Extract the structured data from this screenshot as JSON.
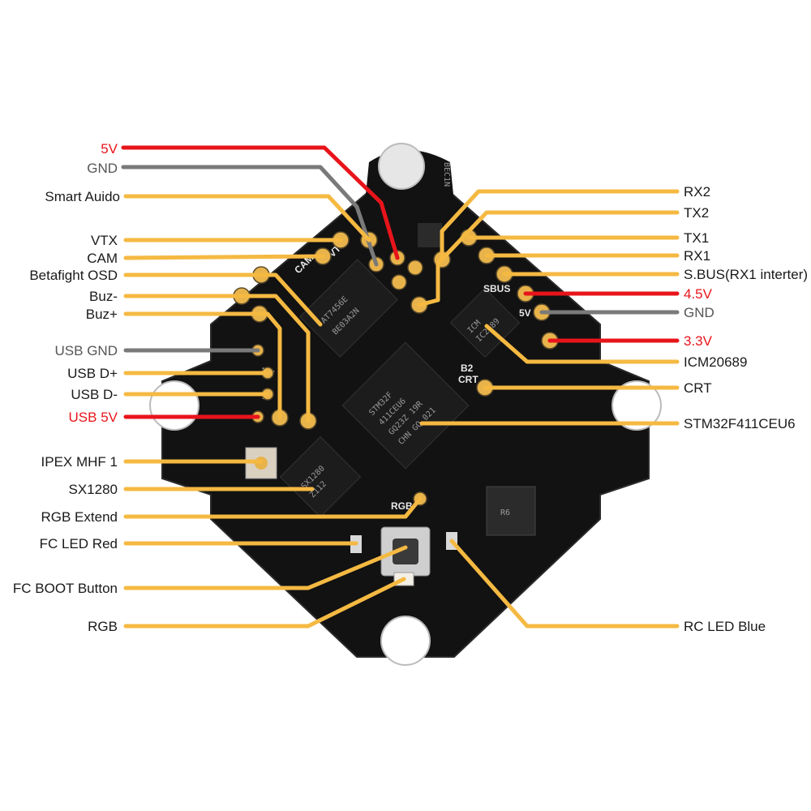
{
  "colors": {
    "leader_orange": "#f5b942",
    "leader_red": "#e8141b",
    "leader_gray": "#7a7a7a",
    "board": "#121212",
    "pad": "#e8b34a"
  },
  "labels": {
    "v5": "5V",
    "gnd_top": "GND",
    "smart_audio": "Smart Auido",
    "vtx": "VTX",
    "cam": "CAM",
    "betaflight_osd": "Betafight OSD",
    "buz_minus": "Buz-",
    "buz_plus": "Buz+",
    "usb_gnd": "USB GND",
    "usb_dp": "USB D+",
    "usb_dm": "USB D-",
    "usb_5v": "USB 5V",
    "ipex": "IPEX MHF 1",
    "sx1280": "SX1280",
    "rgb_extend": "RGB Extend",
    "fc_led_red": "FC LED Red",
    "fc_boot": "FC BOOT Button",
    "rgb": "RGB",
    "rx2": "RX2",
    "tx2": "TX2",
    "tx1": "TX1",
    "rx1": "RX1",
    "sbus": "S.BUS(RX1 interter)",
    "v45": "4.5V",
    "gnd_right": "GND",
    "v33": "3.3V",
    "icm": "ICM20689",
    "crt": "CRT",
    "stm": "STM32F411CEU6",
    "rc_led_blue": "RC LED Blue"
  },
  "board": {
    "silk_cam": "CAM",
    "silk_vtx": "VTX",
    "silk_sbus": "SBUS",
    "silk_5v": "5V",
    "silk_crt": "CRT",
    "silk_b2": "B2",
    "silk_rgb": "RGB",
    "silk_dp": "D+",
    "silk_dm": "D-",
    "chip_osd_1": "AT7456E",
    "chip_osd_2": "BE03A2N",
    "chip_mcu_1": "STM32F",
    "chip_mcu_2": "411CEU6",
    "chip_mcu_3": "GQ23Z 19R",
    "chip_mcu_4": "CHN GQ 021",
    "chip_imu_1": "ICM",
    "chip_imu_2": "IC2689",
    "chip_rf_1": "SX1280",
    "chip_rf_2": "Z112",
    "chip_top": "BEC1N",
    "chip_ind": "R6"
  }
}
